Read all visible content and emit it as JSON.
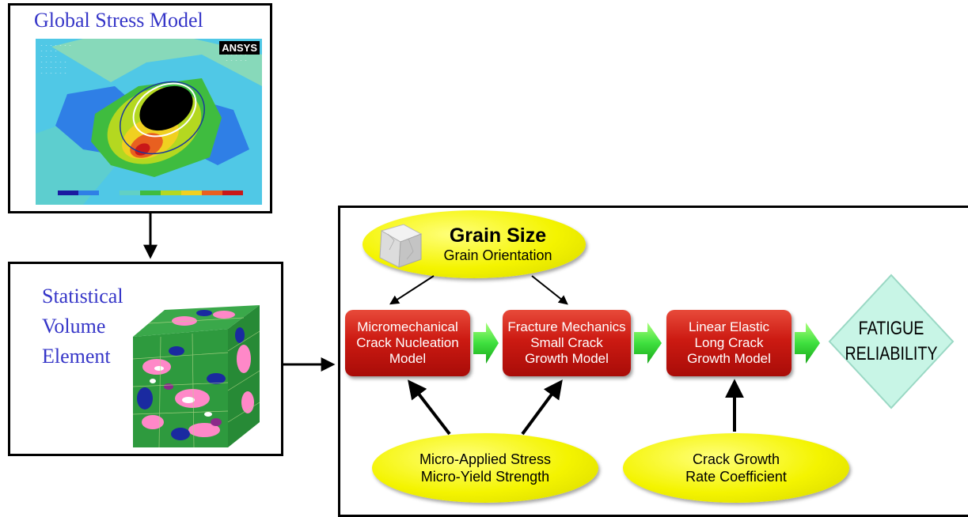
{
  "global_stress": {
    "title": "Global Stress Model",
    "logo_text": "ANSYS"
  },
  "sve": {
    "line1": "Statistical",
    "line2": "Volume",
    "line3": "Element"
  },
  "grain": {
    "title": "Grain Size",
    "subtitle": "Grain Orientation"
  },
  "nodes": {
    "nucleation": [
      "Micromechanical",
      "Crack Nucleation",
      "Model"
    ],
    "small_crack": [
      "Fracture Mechanics",
      "Small Crack",
      "Growth Model"
    ],
    "long_crack": [
      "Linear Elastic",
      "Long Crack",
      "Growth Model"
    ]
  },
  "fatigue": {
    "line1": "FATIGUE",
    "line2": "RELIABILITY"
  },
  "micro_stress": {
    "line1": "Micro-Applied Stress",
    "line2": "Micro-Yield Strength"
  },
  "crack_growth": {
    "line1": "Crack Growth",
    "line2": "Rate Coefficient"
  },
  "colors": {
    "title_blue": "#3636c8",
    "ellipse_yellow": "#f4f400",
    "box_red": "#cc1a12",
    "arrow_green": "#3fe03f",
    "diamond": "#c8f5e6"
  }
}
